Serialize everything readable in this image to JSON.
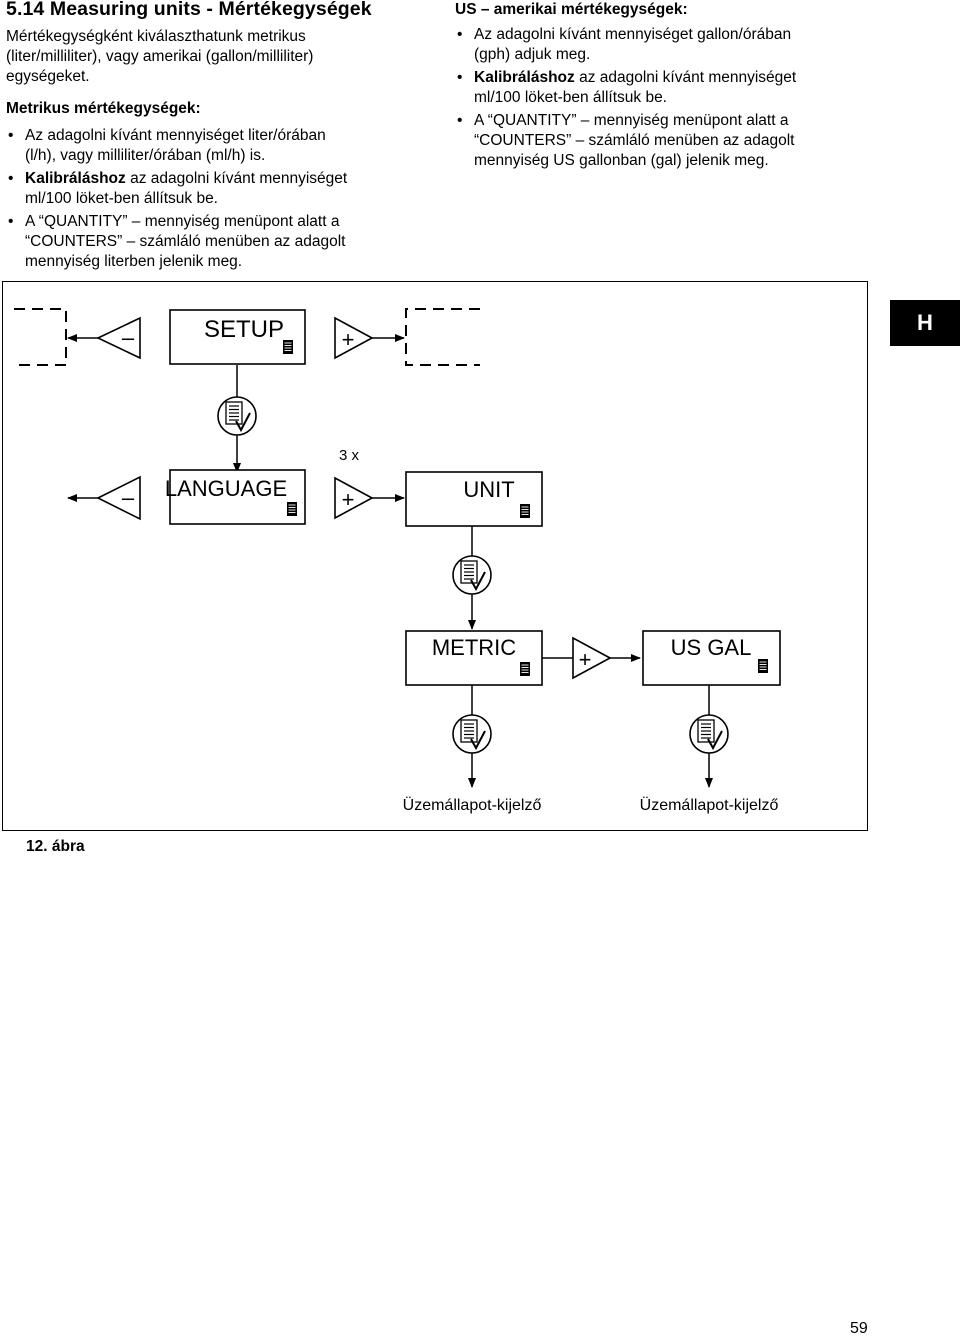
{
  "section": {
    "title": "5.14 Measuring units - Mértékegységek"
  },
  "left_column": {
    "intro": "Mértékegységként kiválaszthatunk metrikus (liter/milliliter), vagy amerikai (gallon/milliliter) egységeket.",
    "intro_lines": [
      "Mértékegységként kiválaszthatunk metrikus",
      "(liter/milliliter), vagy amerikai (gallon/milliliter)",
      "egységeket."
    ],
    "metric_heading": "Metrikus mértékegységek:",
    "bullets": [
      {
        "lines": [
          "Az adagolni kívánt mennyiséget liter/órában",
          "(l/h), vagy milliliter/órában (ml/h) is."
        ]
      },
      {
        "bold": "Kalibráláshoz",
        "lines": [
          " az adagolni kívánt mennyiséget",
          "ml/100 löket-ben állítsuk be."
        ]
      },
      {
        "lines": [
          "A “QUANTITY” – mennyiség menüpont alatt a",
          "“COUNTERS” – számláló menüben az adagolt",
          "mennyiség literben jelenik meg."
        ]
      }
    ]
  },
  "right_column": {
    "us_heading": "US – amerikai mértékegységek:",
    "bullets": [
      {
        "lines": [
          "Az adagolni kívánt mennyiséget gallon/órában",
          "(gph) adjuk meg."
        ]
      },
      {
        "bold": "Kalibráláshoz",
        "lines": [
          " az adagolni kívánt mennyiséget",
          "ml/100 löket-ben állítsuk be."
        ]
      },
      {
        "lines": [
          "A “QUANTITY” – mennyiség menüpont alatt a",
          "“COUNTERS” – számláló menüben az adagolt",
          "mennyiség US gallonban (gal) jelenik meg."
        ]
      }
    ]
  },
  "bullet_char": "•",
  "language_tab": "H",
  "figure": {
    "caption": "12. ábra",
    "displays": {
      "setup": "SETUP",
      "language": "LANGUAGE",
      "unit": "UNIT",
      "metric": "METRIC",
      "us_gal": "US GAL"
    },
    "minus_symbol": "–",
    "plus_symbol": "+",
    "repeat_label": "3 x",
    "status_label_1": "Üzemállapot-kijelző",
    "status_label_2": "Üzemállapot-kijelző"
  },
  "page_number": "59"
}
